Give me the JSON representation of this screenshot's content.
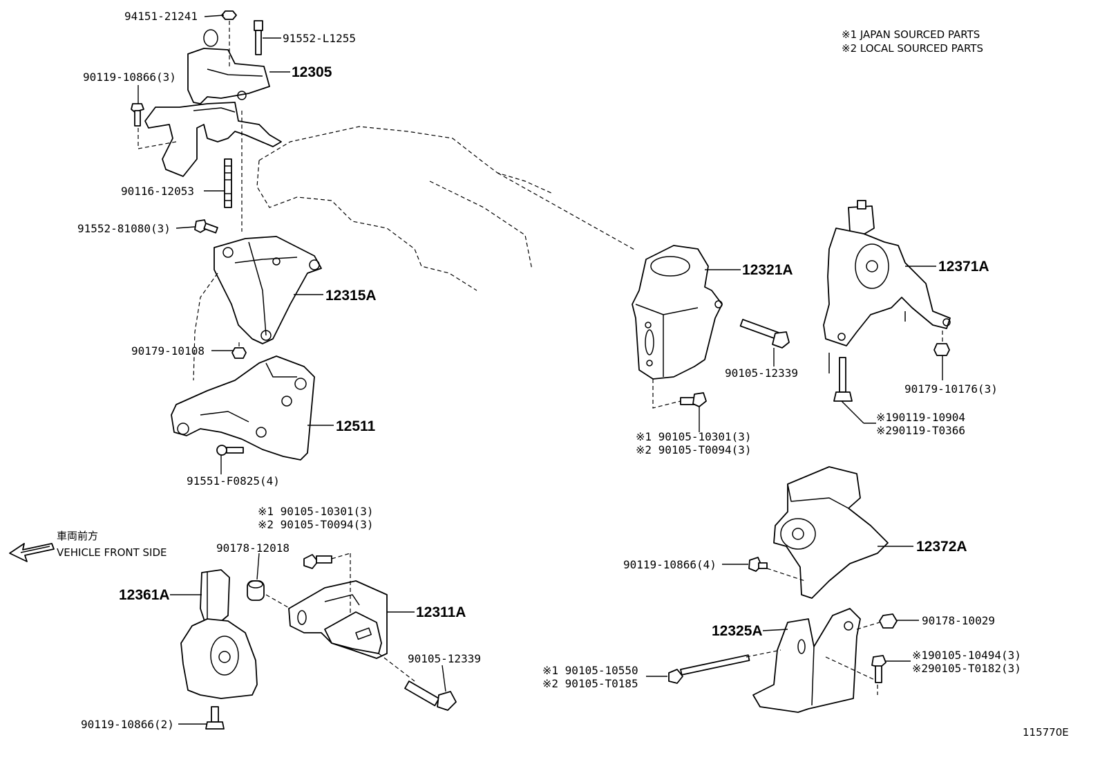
{
  "notes": {
    "line1": "※1 JAPAN SOURCED PARTS",
    "line2": "※2 LOCAL SOURCED PARTS"
  },
  "front": {
    "jp": "車両前方",
    "en": "VEHICLE FRONT SIDE"
  },
  "figure_id": "115770E",
  "part_labels": {
    "p94151": "94151-21241",
    "p91552l": "91552-L1255",
    "p90119a": "90119-10866(3)",
    "p12305": "12305",
    "p90116": "90116-12053",
    "p91552b": "91552-81080(3)",
    "p12315a": "12315A",
    "p90179a": "90179-10108",
    "p12511": "12511",
    "p91551": "91551-F0825(4)",
    "p12321a": "12321A",
    "p90105c": "90105-12339",
    "p12371a": "12371A",
    "p90179b": "90179-10176(3)",
    "p90119jp": "※190119-10904",
    "p90119lc": "※290119-T0366",
    "p90105jp": "※1  90105-10301(3)",
    "p90105lc": "※2  90105-T0094(3)",
    "p90105jp2": "※1  90105-10301(3)",
    "p90105lc2": "※2  90105-T0094(3)",
    "p90178a": "90178-12018",
    "p12361a": "12361A",
    "p12311a": "12311A",
    "p90105d": "90105-12339",
    "p90119c": "90119-10866(2)",
    "p12372a": "12372A",
    "p90119d": "90119-10866(4)",
    "p12325a": "12325A",
    "p90178b": "90178-10029",
    "p90105jp3": "※1 90105-10550",
    "p90105lc3": "※2 90105-T0185",
    "p90105jp4": "※190105-10494(3)",
    "p90105lc4": "※290105-T0182(3)"
  }
}
